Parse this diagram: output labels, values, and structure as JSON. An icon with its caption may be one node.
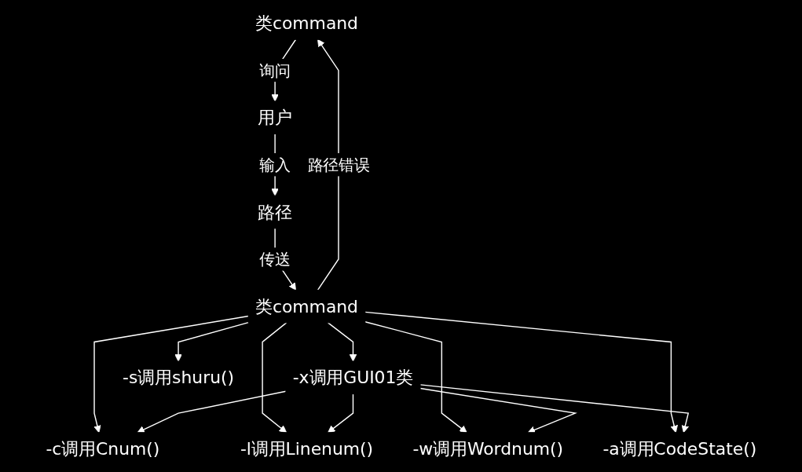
{
  "diagram": {
    "nodes": [
      {
        "text": [
          "类command"
        ]
      },
      {
        "text": [
          "用户"
        ]
      },
      {
        "text": [
          "类command"
        ]
      },
      {
        "text": [
          "路径"
        ]
      },
      {
        "text": [
          "-x调用GUI01类"
        ]
      },
      {
        "text": [
          "-s调用shuru()"
        ]
      },
      {
        "text": [
          "-c调用Cnum()"
        ]
      },
      {
        "text": [
          "-l调用Linenum()"
        ]
      },
      {
        "text": [
          "-w调用Wordnum()"
        ]
      },
      {
        "text": [
          "-a调用CodeState()"
        ]
      }
    ],
    "edges": [
      {
        "from": 0,
        "to": 1,
        "arrow": "to",
        "label": "询问"
      },
      {
        "from": 1,
        "to": 3,
        "arrow": "to",
        "label": "输入"
      },
      {
        "from": 3,
        "to": 2,
        "arrow": "to",
        "label": "传送"
      },
      {
        "from": 2,
        "to": 0,
        "arrow": "to",
        "label": "路径错误"
      },
      {
        "from": 2,
        "to": 5,
        "arrow": "to"
      },
      {
        "from": 2,
        "to": 6,
        "arrow": "to"
      },
      {
        "from": 2,
        "to": 7,
        "arrow": "to"
      },
      {
        "from": 2,
        "to": 8,
        "arrow": "to"
      },
      {
        "from": 2,
        "to": 9,
        "arrow": "to"
      },
      {
        "from": 2,
        "to": 4,
        "arrow": "to"
      },
      {
        "from": 4,
        "to": 6,
        "arrow": "to"
      },
      {
        "from": 4,
        "to": 7,
        "arrow": "to"
      },
      {
        "from": 4,
        "to": 8,
        "arrow": "to"
      },
      {
        "from": 4,
        "to": 9,
        "arrow": "to"
      }
    ]
  }
}
